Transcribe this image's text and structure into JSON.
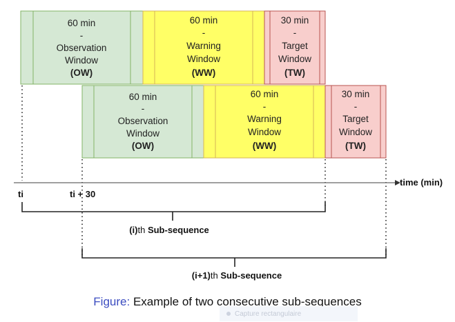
{
  "sequences": [
    {
      "windows": [
        {
          "id": "ow",
          "lines": [
            "60 min",
            "-",
            "Observation",
            "Window"
          ],
          "abbr": "(OW)",
          "color": "#d5e8d4",
          "border": "#82b366"
        },
        {
          "id": "ww",
          "lines": [
            "60 min",
            "-",
            "Warning",
            "Window"
          ],
          "abbr": "(WW)",
          "color": "#ffff66",
          "border": "#d6b656"
        },
        {
          "id": "tw",
          "lines": [
            "30 min",
            "-",
            "Target",
            "Window"
          ],
          "abbr": "(TW)",
          "color": "#f8cecc",
          "border": "#b85450"
        }
      ]
    },
    {
      "windows": [
        {
          "id": "ow",
          "lines": [
            "60 min",
            "-",
            "Observation",
            "Window"
          ],
          "abbr": "(OW)",
          "color": "#d5e8d4",
          "border": "#82b366"
        },
        {
          "id": "ww",
          "lines": [
            "60 min",
            "-",
            "Warning",
            "Window"
          ],
          "abbr": "(WW)",
          "color": "#ffff66",
          "border": "#d6b656"
        },
        {
          "id": "tw",
          "lines": [
            "30 min",
            "-",
            "Target",
            "Window"
          ],
          "abbr": "(TW)",
          "color": "#f8cecc",
          "border": "#b85450"
        }
      ]
    }
  ],
  "axis": {
    "label": "time (min)",
    "tick_start": "ti",
    "tick_shift": "ti + 30"
  },
  "braces": [
    {
      "prefix": "(i)",
      "mid": "th ",
      "suffix": "Sub-sequence"
    },
    {
      "prefix": "(i+1)",
      "mid": "th ",
      "suffix": "Sub-sequence"
    }
  ],
  "caption": {
    "label": "Figure:",
    "text": "Example of two consecutive sub-sequences"
  },
  "overlay": {
    "text": "Capture rectangulaire"
  }
}
